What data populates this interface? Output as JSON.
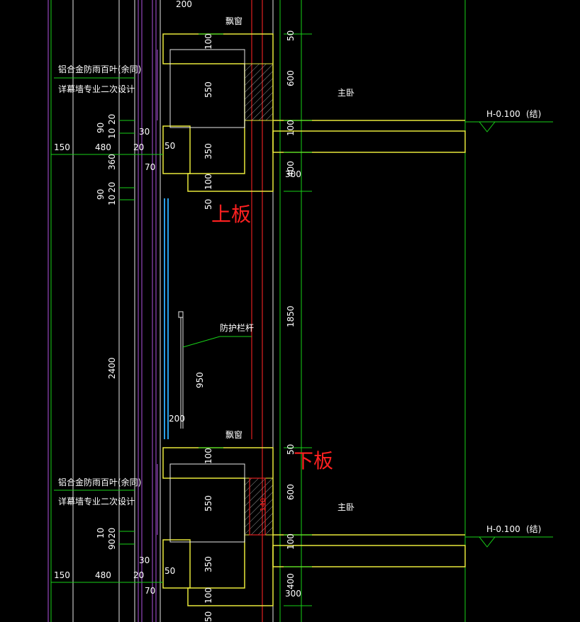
{
  "labels": {
    "window_top": "飘窗",
    "window_bottom": "飘窗",
    "louver_top": "铝合金防雨百叶(余同)",
    "curtain_top": "详幕墙专业二次设计",
    "louver_bottom": "铝合金防雨百叶(余同)",
    "curtain_bottom": "详幕墙专业二次设计",
    "room_top": "主卧",
    "room_bottom": "主卧",
    "railing": "防护栏杆",
    "level_top": "H-0.100",
    "level_top_note": "(结)",
    "level_bottom": "H-0.100",
    "level_bottom_note": "(结)",
    "upper_slab": "上板",
    "lower_slab": "下板"
  },
  "dims": {
    "h_top": [
      "150",
      "480",
      "20"
    ],
    "h_bottom": [
      "150",
      "480",
      "20"
    ],
    "left_v_top": [
      "90",
      "20",
      "10",
      "360",
      "90",
      "20",
      "10"
    ],
    "left_v_main": "2400",
    "left_v_bottom": [
      "10",
      "20",
      "90"
    ],
    "small_30_top": "30",
    "small_30_bottom": "30",
    "d50_top": "50",
    "d50_bottom": "50",
    "d70_top": "70",
    "d70_bottom": "70",
    "d200_top": "200",
    "d200_mid": "200",
    "inner_top": [
      "100",
      "550",
      "350",
      "100",
      "50"
    ],
    "inner_bottom": [
      "100",
      "550",
      "350",
      "100",
      "50"
    ],
    "d950": "950",
    "right_top": [
      "50",
      "600",
      "100",
      "400",
      "300"
    ],
    "right_mid": "1850",
    "right_bottom": [
      "50",
      "600",
      "100",
      "400",
      "300"
    ],
    "red_dim": "140"
  }
}
